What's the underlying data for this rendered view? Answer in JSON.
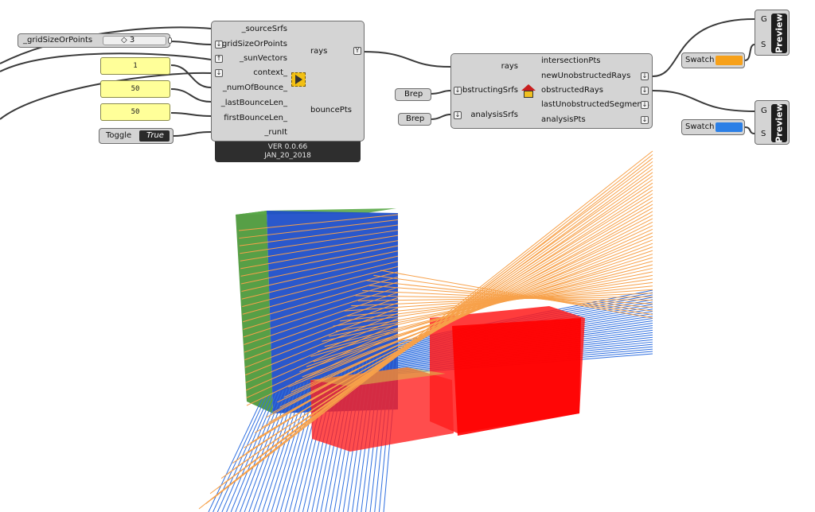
{
  "slider": {
    "label": "_gridSizeOrPoints",
    "value": "◇ 3"
  },
  "panels": [
    "1",
    "50",
    "50"
  ],
  "toggle": {
    "label": "Toggle",
    "value": "True"
  },
  "main_component": {
    "inputs": [
      "_sourceSrfs",
      "_gridSizeOrPoints",
      "_sunVectors",
      "context_",
      "_numOfBounce_",
      "_lastBounceLen_",
      "firstBounceLen_",
      "_runIt"
    ],
    "outputs": [
      "rays",
      "bouncePts"
    ],
    "version": "VER 0.0.66",
    "date": "JAN_20_2018"
  },
  "brep_params": [
    "Brep",
    "Brep"
  ],
  "second_component": {
    "inputs": [
      "rays",
      "obstructingSrfs",
      "analysisSrfs"
    ],
    "outputs": [
      "intersectionPts",
      "newUnobstructedRays",
      "obstructedRays",
      "lastUnobstructedSegments",
      "analysisPts"
    ]
  },
  "swatches": [
    {
      "label": "Swatch",
      "color": "#f7a11a"
    },
    {
      "label": "Swatch",
      "color": "#2b7fe6"
    }
  ],
  "previews": [
    {
      "label": "Preview",
      "inputs": [
        "G",
        "S"
      ]
    },
    {
      "label": "Preview",
      "inputs": [
        "G",
        "S"
      ]
    }
  ],
  "colors": {
    "unobstructed_rays": "#f7a14a",
    "obstructed_rays": "#2f6fe0",
    "green_box": "#4e9a3c",
    "blue_face": "#1f4fc9",
    "red_box": "#ff0000"
  }
}
